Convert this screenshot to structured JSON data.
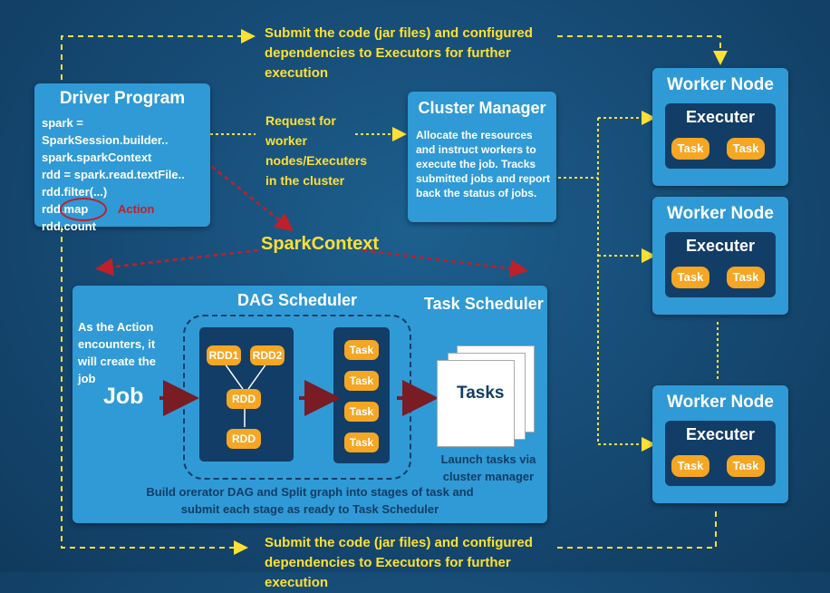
{
  "top_note": "Submit the code (jar files) and configured dependencies to Executors for further execution",
  "bottom_note": "Submit the code (jar files) and configured dependencies to Executors for further execution",
  "driver": {
    "title": "Driver Program",
    "code_lines": [
      "spark = SparkSession.builder..",
      "spark.sparkContext",
      "rdd = spark.read.textFile..",
      "rdd.filter(...)",
      "rdd.map",
      "rdd.count"
    ],
    "action_label": "Action"
  },
  "request_note": "Request for worker nodes/Executers in the cluster",
  "cluster_manager": {
    "title": "Cluster Manager",
    "text": "Allocate the resources and instruct workers to execute the job. Tracks submitted jobs and report back the status of jobs."
  },
  "spark_context": "SparkContext",
  "workers": [
    {
      "title": "Worker Node",
      "executer": "Executer",
      "tasks": [
        "Task",
        "Task"
      ]
    },
    {
      "title": "Worker Node",
      "executer": "Executer",
      "tasks": [
        "Task",
        "Task"
      ]
    },
    {
      "title": "Worker Node",
      "executer": "Executer",
      "tasks": [
        "Task",
        "Task"
      ]
    }
  ],
  "scheduler": {
    "dag_title": "DAG Scheduler",
    "task_title": "Task Scheduler",
    "action_note": "As the Action encounters, it will create the job",
    "job_label": "Job",
    "rdds": [
      "RDD1",
      "RDD2",
      "RDD",
      "RDD"
    ],
    "stage_tasks": [
      "Task",
      "Task",
      "Task",
      "Task"
    ],
    "tasks_label": "Tasks",
    "launch_note": "Launch tasks via cluster manager",
    "build_note": "Build orerator DAG and Split graph into stages of task and submit each stage as ready  to Task Scheduler"
  },
  "colors": {
    "box": "#2f9ad6",
    "dark": "#123d66",
    "task": "#f5a623",
    "note": "#ffe033",
    "arrow_red": "#c0202a"
  }
}
